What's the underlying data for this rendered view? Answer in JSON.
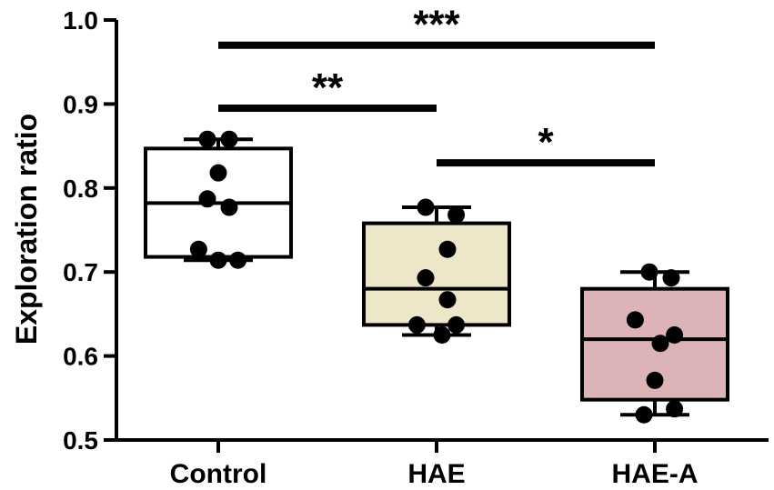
{
  "chart_data": {
    "type": "box",
    "ylabel": "Exploration ratio",
    "ylim": [
      0.5,
      1.0
    ],
    "yticks": [
      0.5,
      0.6,
      0.7,
      0.8,
      0.9,
      1.0
    ],
    "ytick_labels": [
      "0.5",
      "0.6",
      "0.7",
      "0.8",
      "0.9",
      "1.0"
    ],
    "categories": [
      "Control",
      "HAE",
      "HAE-A"
    ],
    "groups": [
      {
        "name": "Control",
        "fill": "#ffffff",
        "whisker_low": 0.714,
        "q1": 0.718,
        "median": 0.782,
        "q3": 0.847,
        "whisker_high": 0.858,
        "points": [
          {
            "offset": -0.1,
            "value": 0.858
          },
          {
            "offset": 0.1,
            "value": 0.858
          },
          {
            "offset": 0.0,
            "value": 0.818
          },
          {
            "offset": -0.1,
            "value": 0.787
          },
          {
            "offset": 0.1,
            "value": 0.777
          },
          {
            "offset": -0.18,
            "value": 0.727
          },
          {
            "offset": 0.0,
            "value": 0.714
          },
          {
            "offset": 0.18,
            "value": 0.714
          }
        ]
      },
      {
        "name": "HAE",
        "fill": "#ede6c9",
        "whisker_low": 0.625,
        "q1": 0.637,
        "median": 0.68,
        "q3": 0.758,
        "whisker_high": 0.777,
        "points": [
          {
            "offset": -0.1,
            "value": 0.777
          },
          {
            "offset": 0.18,
            "value": 0.768
          },
          {
            "offset": 0.1,
            "value": 0.727
          },
          {
            "offset": -0.1,
            "value": 0.693
          },
          {
            "offset": 0.1,
            "value": 0.667
          },
          {
            "offset": -0.18,
            "value": 0.637
          },
          {
            "offset": 0.18,
            "value": 0.637
          },
          {
            "offset": 0.05,
            "value": 0.625
          }
        ]
      },
      {
        "name": "HAE-A",
        "fill": "#dcb3b6",
        "whisker_low": 0.53,
        "q1": 0.548,
        "median": 0.62,
        "q3": 0.68,
        "whisker_high": 0.7,
        "points": [
          {
            "offset": -0.05,
            "value": 0.7
          },
          {
            "offset": 0.15,
            "value": 0.693
          },
          {
            "offset": -0.18,
            "value": 0.643
          },
          {
            "offset": 0.18,
            "value": 0.625
          },
          {
            "offset": 0.05,
            "value": 0.615
          },
          {
            "offset": 0.0,
            "value": 0.571
          },
          {
            "offset": 0.18,
            "value": 0.537
          },
          {
            "offset": -0.1,
            "value": 0.53
          }
        ]
      }
    ],
    "significance": [
      {
        "from": "Control",
        "to": "HAE-A",
        "label": "***",
        "y": 0.97
      },
      {
        "from": "Control",
        "to": "HAE",
        "label": "**",
        "y": 0.895
      },
      {
        "from": "HAE",
        "to": "HAE-A",
        "label": "*",
        "y": 0.83
      }
    ],
    "grid": false,
    "legend": "none"
  }
}
